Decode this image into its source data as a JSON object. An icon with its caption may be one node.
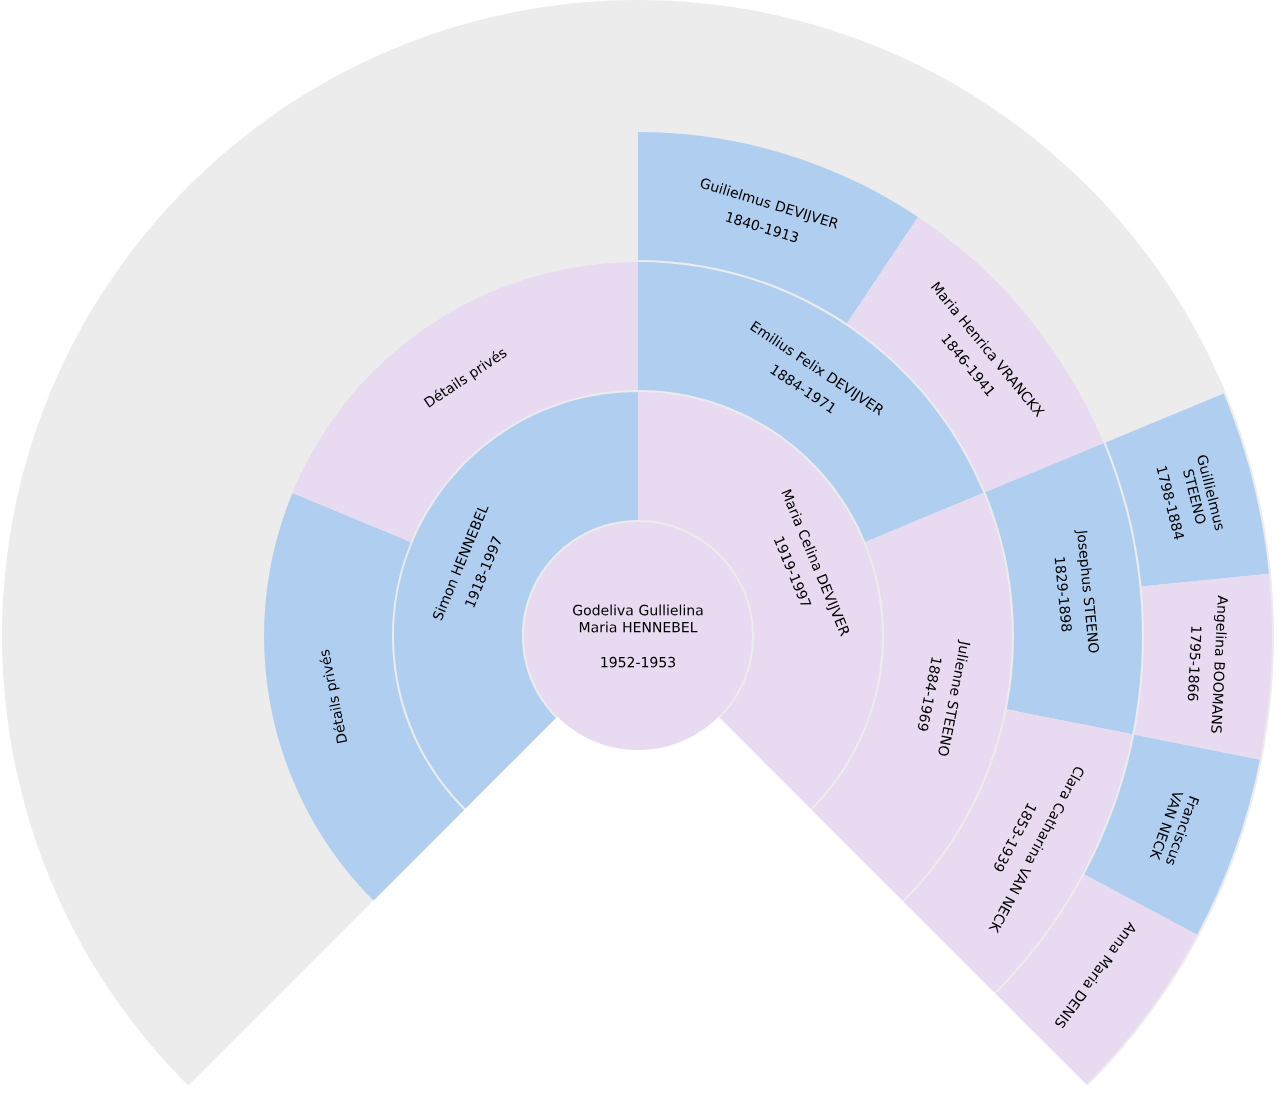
{
  "diagram": {
    "nodes": [
      {
        "text": [
          "Godeliva Gullielina Maria HENNEBEL",
          "1952-1953"
        ]
      },
      {
        "text": [
          "Simon HENNEBEL",
          "1918-1997"
        ]
      },
      {
        "text": [
          "Maria Celina DEVIJVER",
          "1919-1997"
        ]
      },
      {
        "text": [
          "Détails privés"
        ]
      },
      {
        "text": [
          "Détails privés"
        ]
      },
      {
        "text": [
          "Emilius Felix DEVIJVER",
          "1884-1971"
        ]
      },
      {
        "text": [
          "Julienne STEENO",
          "1884-1969"
        ]
      },
      {
        "text": [
          "Guilielmus DEVIJVER",
          "1840-1913"
        ]
      },
      {
        "text": [
          "Maria Henrica VRANCKX",
          "1846-1941"
        ]
      },
      {
        "text": [
          "Josephus STEENO",
          "1829-1898"
        ]
      },
      {
        "text": [
          "Clara Catharina VAN NECK",
          "1853-1939"
        ]
      },
      {
        "text": [
          "Guillielmus STEENO",
          "1798-1884"
        ]
      },
      {
        "text": [
          "Angelina BOOMANS",
          "1795-1866"
        ]
      },
      {
        "text": [
          "Franciscus VAN NECK"
        ]
      },
      {
        "text": [
          "Anna Maria DENIS"
        ]
      }
    ]
  }
}
